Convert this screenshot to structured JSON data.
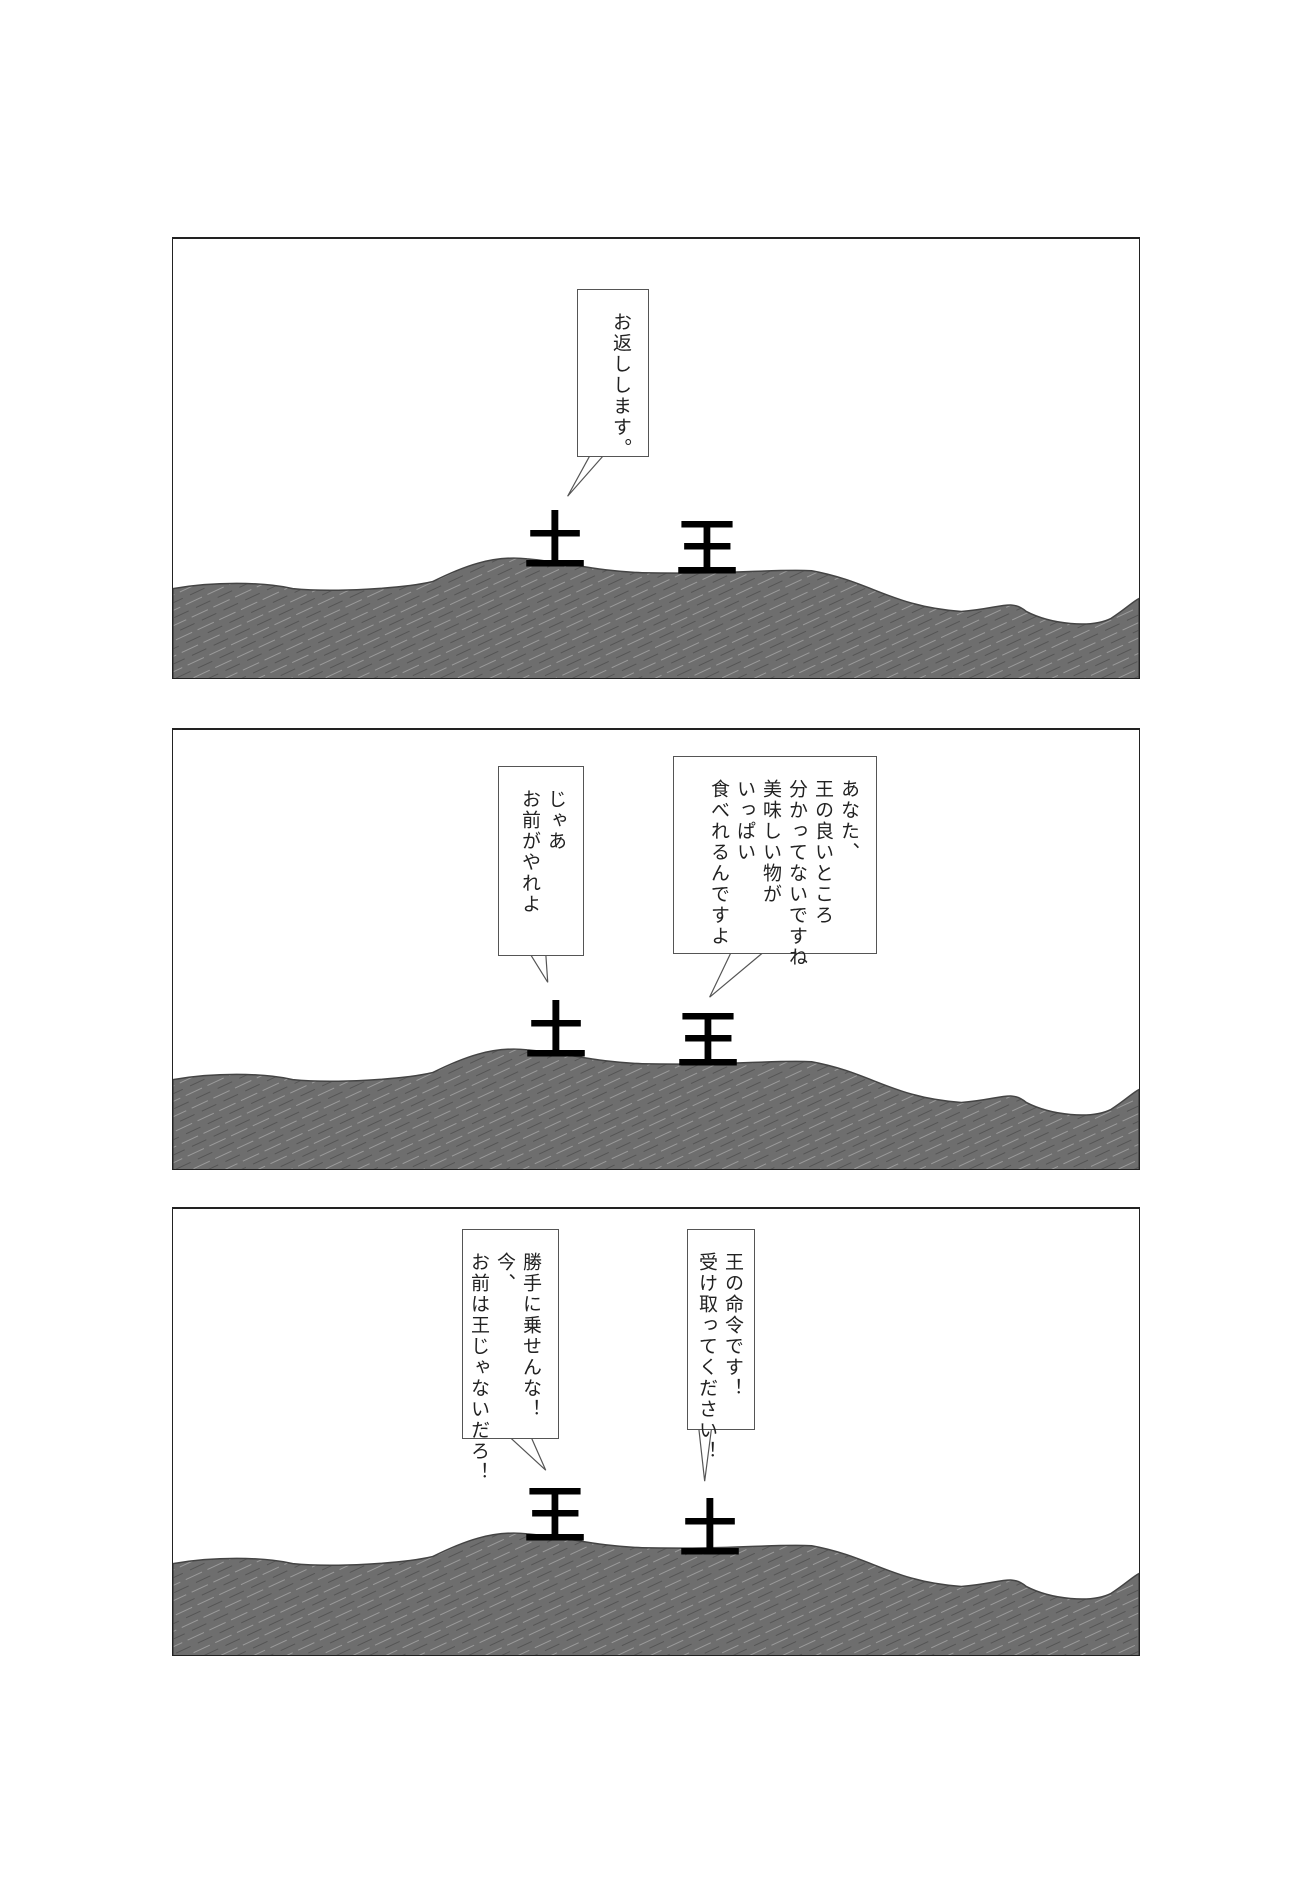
{
  "panels": [
    {
      "bubbles": [
        {
          "text": "お返しします。"
        }
      ],
      "figures": [
        {
          "char": "土"
        },
        {
          "char": "王"
        }
      ]
    },
    {
      "bubbles": [
        {
          "text": "じゃあ\nお前がやれよ"
        },
        {
          "text": "あなた、\n王の良いところ\n分かってないですね\n美味しい物が\nいっぱい\n食べれるんですよ"
        }
      ],
      "figures": [
        {
          "char": "土"
        },
        {
          "char": "王"
        }
      ]
    },
    {
      "bubbles": [
        {
          "text": "勝手に乗せんな！\n今、\nお前は王じゃないだろ！"
        },
        {
          "text": "王の命令です！\n受け取ってください！"
        }
      ],
      "figures": [
        {
          "char": "王"
        },
        {
          "char": "土"
        }
      ]
    }
  ],
  "colors": {
    "ground": "#6e6e6e",
    "border": "#222222"
  }
}
